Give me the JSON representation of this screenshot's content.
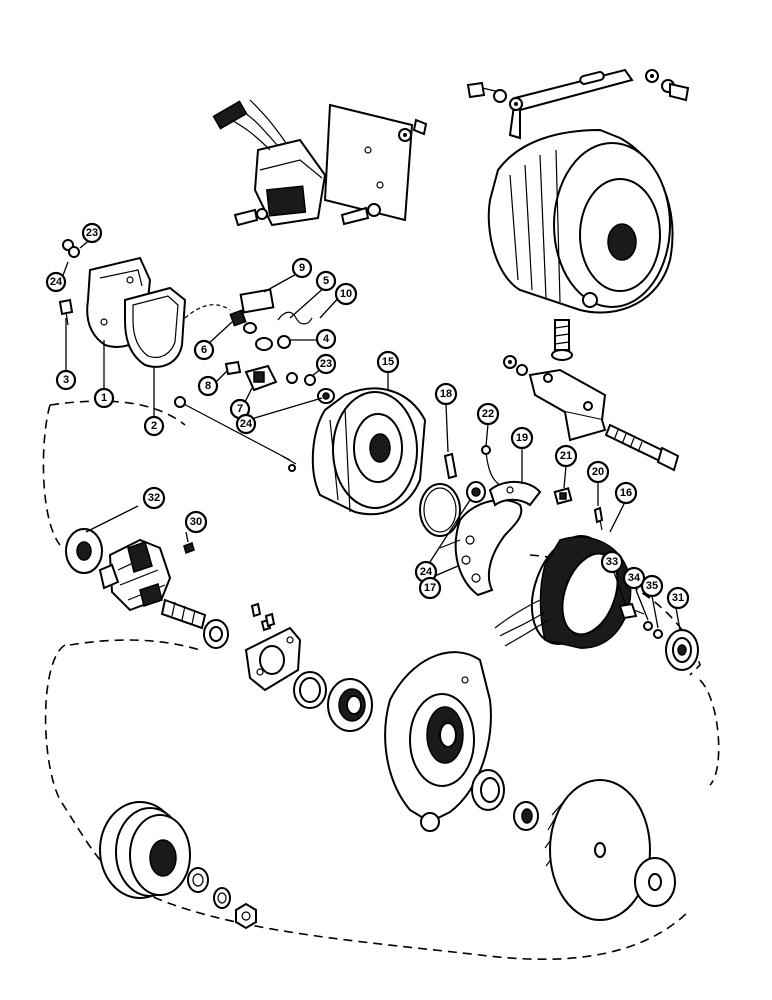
{
  "callouts": [
    {
      "id": "c1",
      "label": "1"
    },
    {
      "id": "c2",
      "label": "2"
    },
    {
      "id": "c3",
      "label": "3"
    },
    {
      "id": "c4",
      "label": "4"
    },
    {
      "id": "c5",
      "label": "5"
    },
    {
      "id": "c6",
      "label": "6"
    },
    {
      "id": "c7",
      "label": "7"
    },
    {
      "id": "c8",
      "label": "8"
    },
    {
      "id": "c9",
      "label": "9"
    },
    {
      "id": "c10",
      "label": "10"
    },
    {
      "id": "c15",
      "label": "15"
    },
    {
      "id": "c16",
      "label": "16"
    },
    {
      "id": "c17",
      "label": "17"
    },
    {
      "id": "c18",
      "label": "18"
    },
    {
      "id": "c19",
      "label": "19"
    },
    {
      "id": "c20",
      "label": "20"
    },
    {
      "id": "c21",
      "label": "21"
    },
    {
      "id": "c22",
      "label": "22"
    },
    {
      "id": "c23a",
      "label": "23"
    },
    {
      "id": "c23b",
      "label": "23"
    },
    {
      "id": "c24a",
      "label": "24"
    },
    {
      "id": "c24b",
      "label": "24"
    },
    {
      "id": "c24c",
      "label": "24"
    },
    {
      "id": "c30",
      "label": "30"
    },
    {
      "id": "c31",
      "label": "31"
    },
    {
      "id": "c32",
      "label": "32"
    },
    {
      "id": "c33",
      "label": "33"
    },
    {
      "id": "c34",
      "label": "34"
    },
    {
      "id": "c35",
      "label": "35"
    }
  ]
}
